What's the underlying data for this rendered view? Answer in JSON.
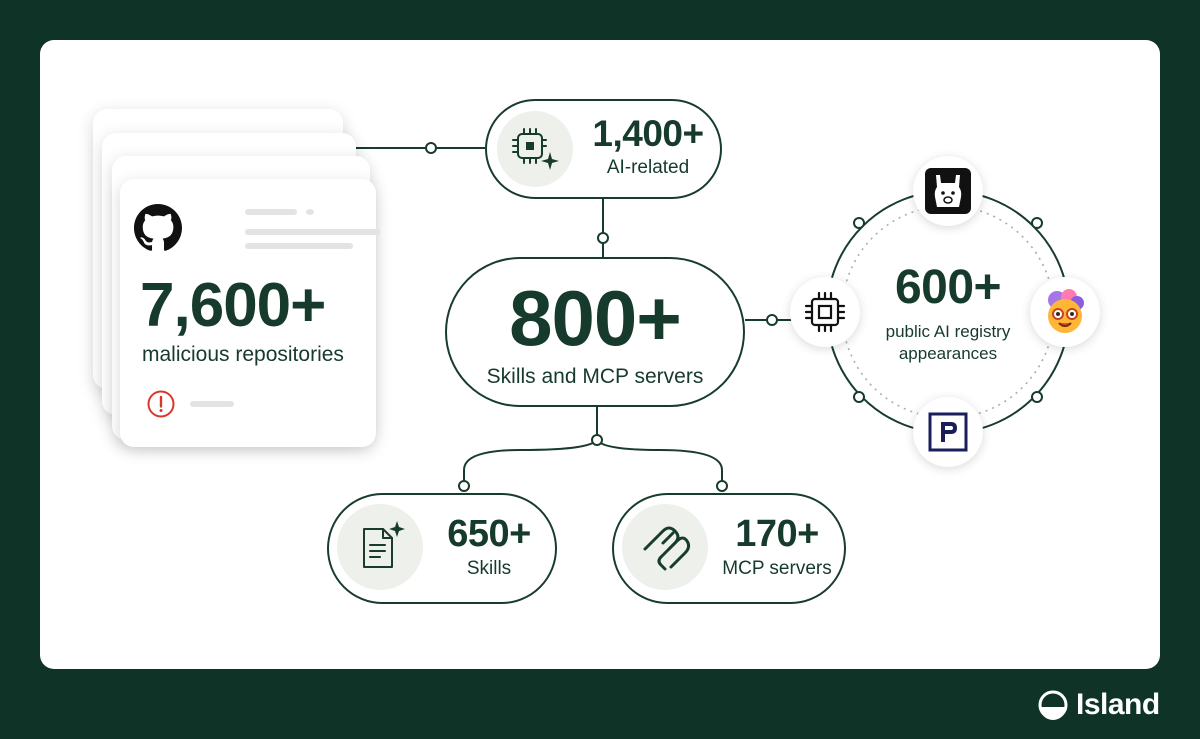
{
  "repos": {
    "count": "7,600+",
    "label": "malicious repositories"
  },
  "ai_related": {
    "count": "1,400+",
    "label": "AI-related"
  },
  "core": {
    "count": "800+",
    "label": "Skills and MCP servers"
  },
  "skills": {
    "count": "650+",
    "label": "Skills"
  },
  "mcp": {
    "count": "170+",
    "label": "MCP servers"
  },
  "registry": {
    "count": "600+",
    "label_line1": "public AI registry",
    "label_line2": "appearances",
    "badges": [
      "llama-logo-icon",
      "chip-icon",
      "emoji-face-icon",
      "p-logo-icon"
    ]
  },
  "brand": {
    "name": "Island"
  },
  "colors": {
    "background": "#0f3326",
    "panel": "#ffffff",
    "accent": "#163a2b",
    "warning": "#d9372b"
  }
}
